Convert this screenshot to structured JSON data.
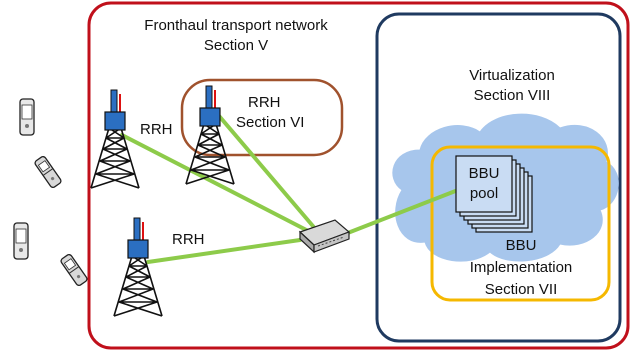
{
  "labels": {
    "fronthaul_line1": "Fronthaul transport network",
    "fronthaul_line2": "Section V",
    "rrh_1": "RRH",
    "rrh_2_line1": "RRH",
    "rrh_2_line2": "Section VI",
    "rrh_3": "RRH",
    "virt_line1": "Virtualization",
    "virt_line2": "Section VIII",
    "bbu_pool_line1": "BBU",
    "bbu_pool_line2": "pool",
    "impl_line1": "BBU",
    "impl_line2": "Implementation",
    "impl_line3": "Section VII"
  },
  "icons": {
    "phone": "mobile-phone-icon",
    "flip_phone": "flip-phone-icon",
    "tower": "cell-tower-icon",
    "switch": "network-switch-icon",
    "cloud": "cloud-icon"
  },
  "colors": {
    "fronthaul_border": "#c0101b",
    "virtualization_border": "#1f3a60",
    "rrh_section_border": "#a0522d",
    "implementation_border": "#f5b800",
    "links": "#8dcb4a",
    "cloud_fill": "#a7c6ec",
    "pool_fill": "#c9dcf3",
    "tower": "#111111",
    "radio_unit": "#2b6fc2"
  }
}
